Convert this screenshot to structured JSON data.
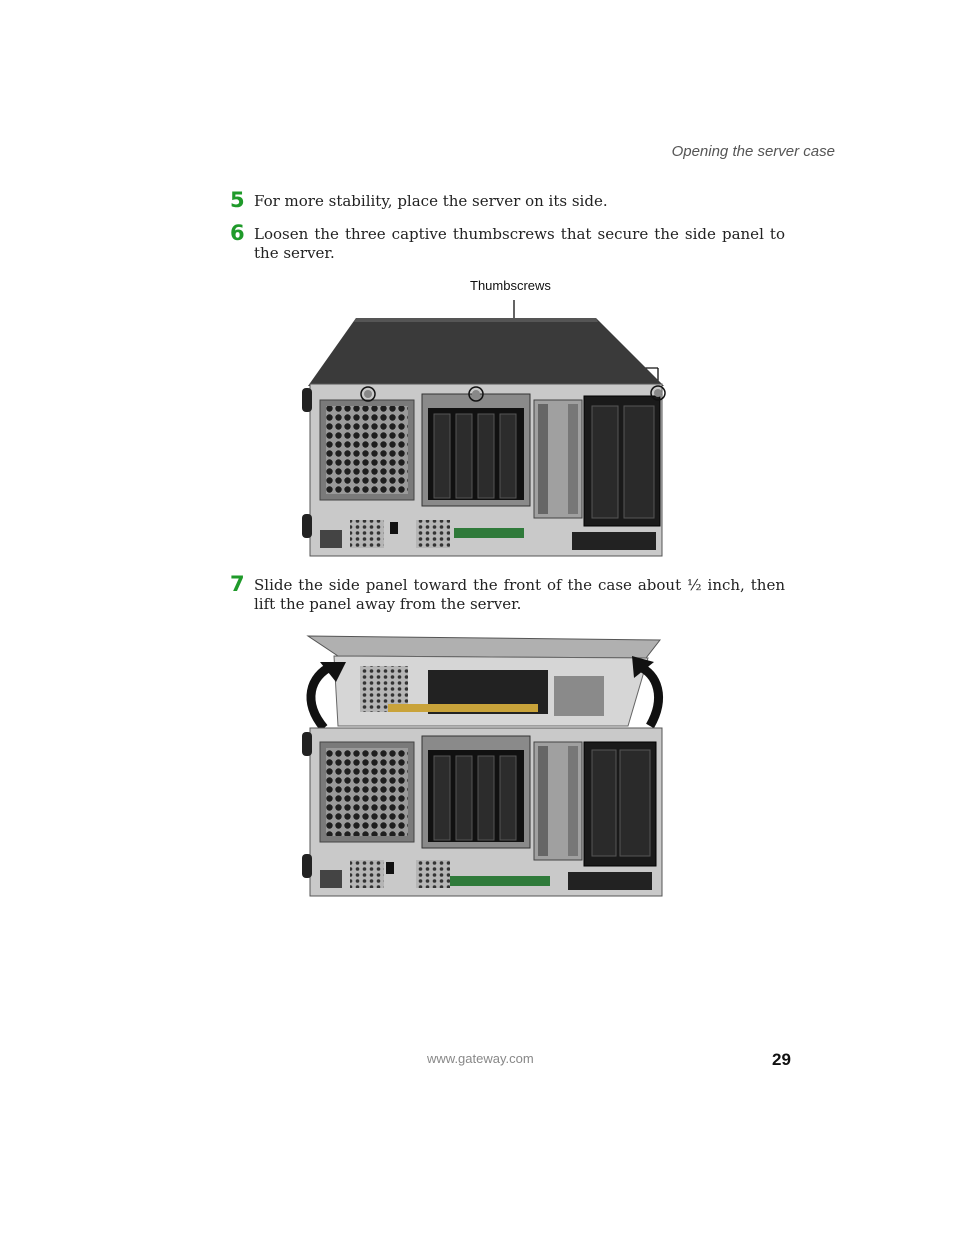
{
  "header": {
    "running_title": "Opening the server case"
  },
  "steps": [
    {
      "number": "5",
      "text": "For more stability, place the server on its side."
    },
    {
      "number": "6",
      "text": "Loosen the three captive thumbscrews that secure the side panel to the server."
    },
    {
      "number": "7",
      "text": "Slide the side panel toward the front of the case about ½ inch, then lift the panel away from the server."
    }
  ],
  "figure1": {
    "callout": "Thumbscrews"
  },
  "footer": {
    "url": "www.gateway.com",
    "page_number": "29"
  }
}
